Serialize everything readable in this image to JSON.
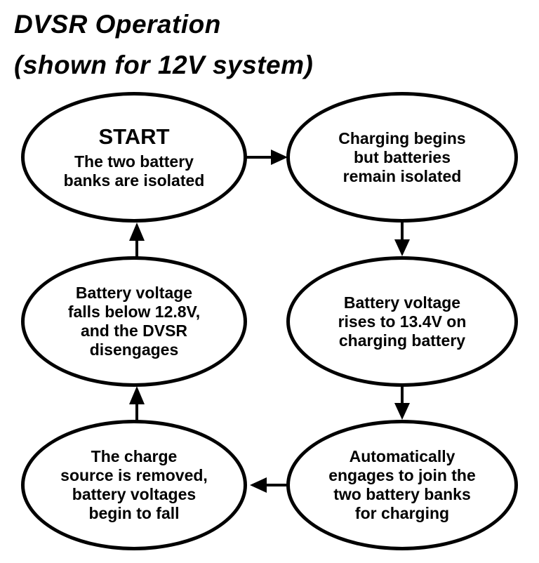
{
  "title": {
    "line1": "DVSR Operation",
    "line2": "(shown for 12V system)"
  },
  "nodes": {
    "start": {
      "heading": "START",
      "body": "The two battery\nbanks are isolated"
    },
    "charging_begins": {
      "body": "Charging begins\nbut batteries\nremain isolated"
    },
    "voltage_rises": {
      "body": "Battery voltage\nrises to 13.4V on\ncharging battery"
    },
    "auto_engages": {
      "body": "Automatically\nengages to join the\ntwo battery banks\nfor charging"
    },
    "source_removed": {
      "body": "The charge\nsource is removed,\nbattery voltages\nbegin to fall"
    },
    "dvsr_disengages": {
      "body": "Battery voltage\nfalls below 12.8V,\nand the DVSR\ndisengages"
    }
  },
  "colors": {
    "ink": "#000000",
    "background": "#ffffff"
  }
}
